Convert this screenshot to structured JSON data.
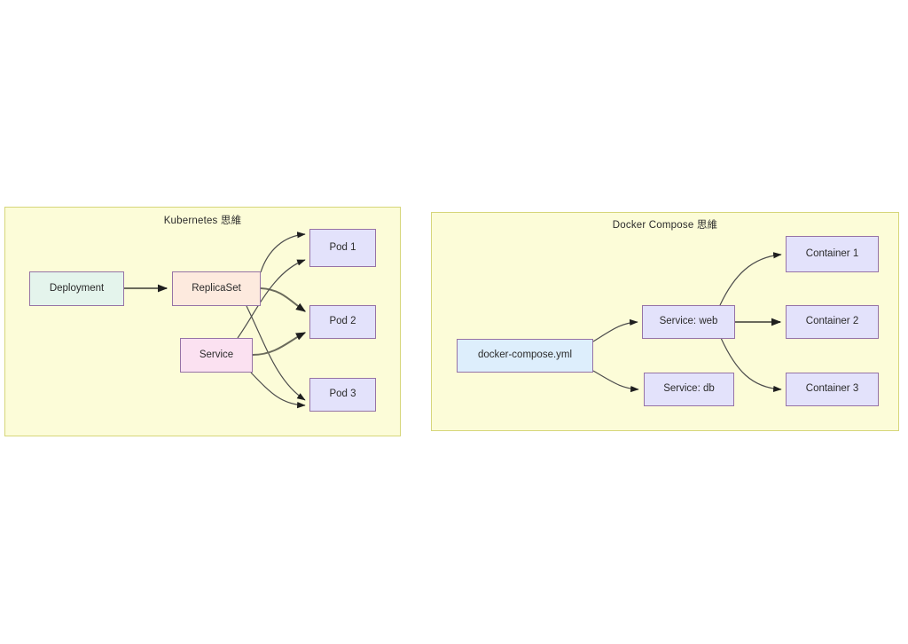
{
  "diagram": {
    "type": "flowchart",
    "background_color": "#ffffff",
    "panel_fill": "#fcfcd8",
    "panel_stroke": "#d6d67a",
    "node_stroke": "#9673a6",
    "edge_color": "#4d4d4d"
  },
  "panels": [
    {
      "id": "kubernetes",
      "title": "Kubernetes 思維",
      "nodes": [
        {
          "id": "deployment",
          "label": "Deployment",
          "fill": "#e4f4ec"
        },
        {
          "id": "replicaset",
          "label": "ReplicaSet",
          "fill": "#fdeade"
        },
        {
          "id": "service",
          "label": "Service",
          "fill": "#fbe1f1"
        },
        {
          "id": "pod1",
          "label": "Pod 1",
          "fill": "#e3e2fb"
        },
        {
          "id": "pod2",
          "label": "Pod 2",
          "fill": "#e3e2fb"
        },
        {
          "id": "pod3",
          "label": "Pod 3",
          "fill": "#e3e2fb"
        }
      ],
      "edges": [
        {
          "from": "deployment",
          "to": "replicaset"
        },
        {
          "from": "replicaset",
          "to": "pod1"
        },
        {
          "from": "replicaset",
          "to": "pod2"
        },
        {
          "from": "replicaset",
          "to": "pod3"
        },
        {
          "from": "service",
          "to": "pod1"
        },
        {
          "from": "service",
          "to": "pod2"
        },
        {
          "from": "service",
          "to": "pod3"
        }
      ]
    },
    {
      "id": "docker-compose",
      "title": "Docker Compose 思維",
      "nodes": [
        {
          "id": "compose-file",
          "label": "docker-compose.yml",
          "fill": "#ddeefc"
        },
        {
          "id": "service-web",
          "label": "Service: web",
          "fill": "#e3e2fb"
        },
        {
          "id": "service-db",
          "label": "Service: db",
          "fill": "#e3e2fb"
        },
        {
          "id": "container1",
          "label": "Container 1",
          "fill": "#e3e2fb"
        },
        {
          "id": "container2",
          "label": "Container 2",
          "fill": "#e3e2fb"
        },
        {
          "id": "container3",
          "label": "Container 3",
          "fill": "#e3e2fb"
        }
      ],
      "edges": [
        {
          "from": "compose-file",
          "to": "service-web"
        },
        {
          "from": "compose-file",
          "to": "service-db"
        },
        {
          "from": "service-web",
          "to": "container1"
        },
        {
          "from": "service-web",
          "to": "container2"
        },
        {
          "from": "service-web",
          "to": "container3"
        }
      ]
    }
  ]
}
